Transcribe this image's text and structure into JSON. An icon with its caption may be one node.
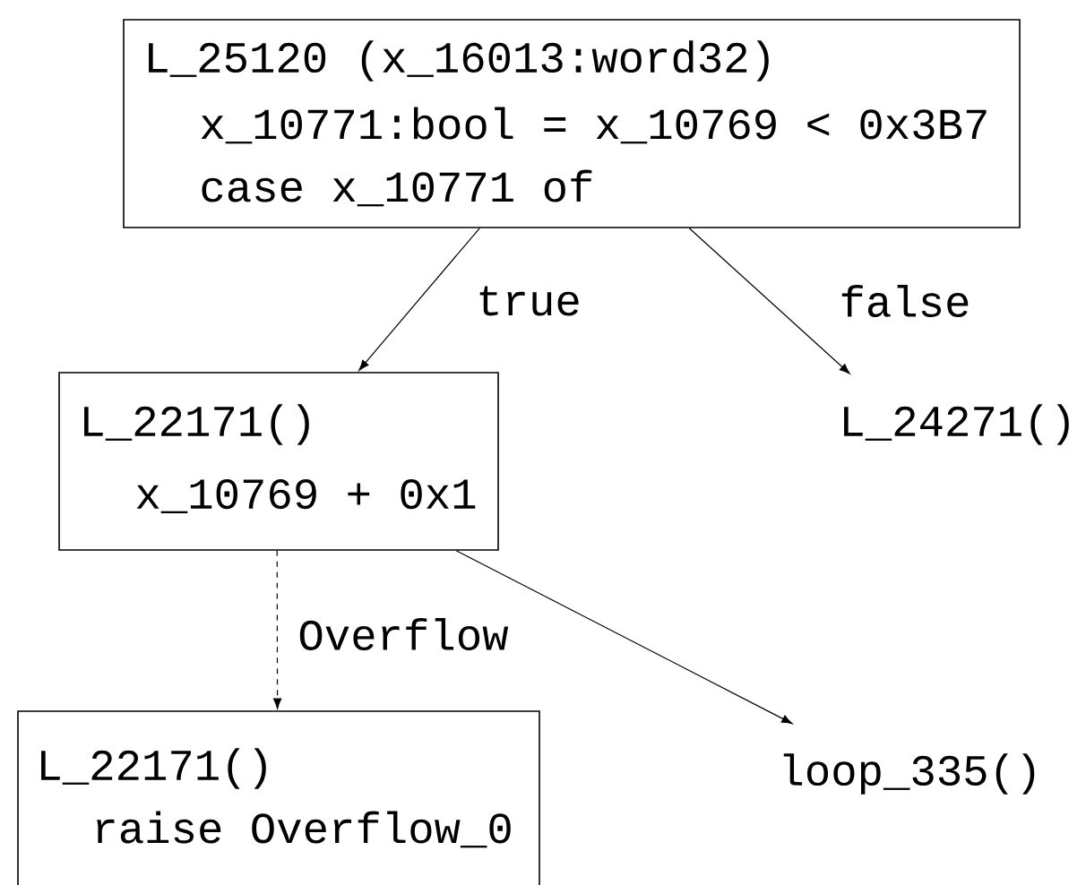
{
  "diagram": {
    "nodes": [
      {
        "text": [
          "L_25120 (x_16013:word32)",
          "x_10771:bool = x_10769 < 0x3B7",
          "case x_10771 of"
        ]
      },
      {
        "text": [
          "L_22171()",
          "x_10769 + 0x1"
        ]
      },
      {
        "text": [
          "L_24271()"
        ]
      },
      {
        "text": [
          "L_22171()",
          "raise Overflow_0"
        ]
      },
      {
        "text": [
          "loop_335()"
        ]
      }
    ],
    "edges": [
      {
        "from": 0,
        "to": 1,
        "arrow": "to",
        "label": "true"
      },
      {
        "from": 0,
        "to": 2,
        "arrow": "to",
        "label": "false"
      },
      {
        "from": 1,
        "to": 3,
        "arrow": "to",
        "label": "Overflow",
        "style": "dashed"
      },
      {
        "from": 1,
        "to": 4,
        "arrow": "to"
      }
    ]
  }
}
